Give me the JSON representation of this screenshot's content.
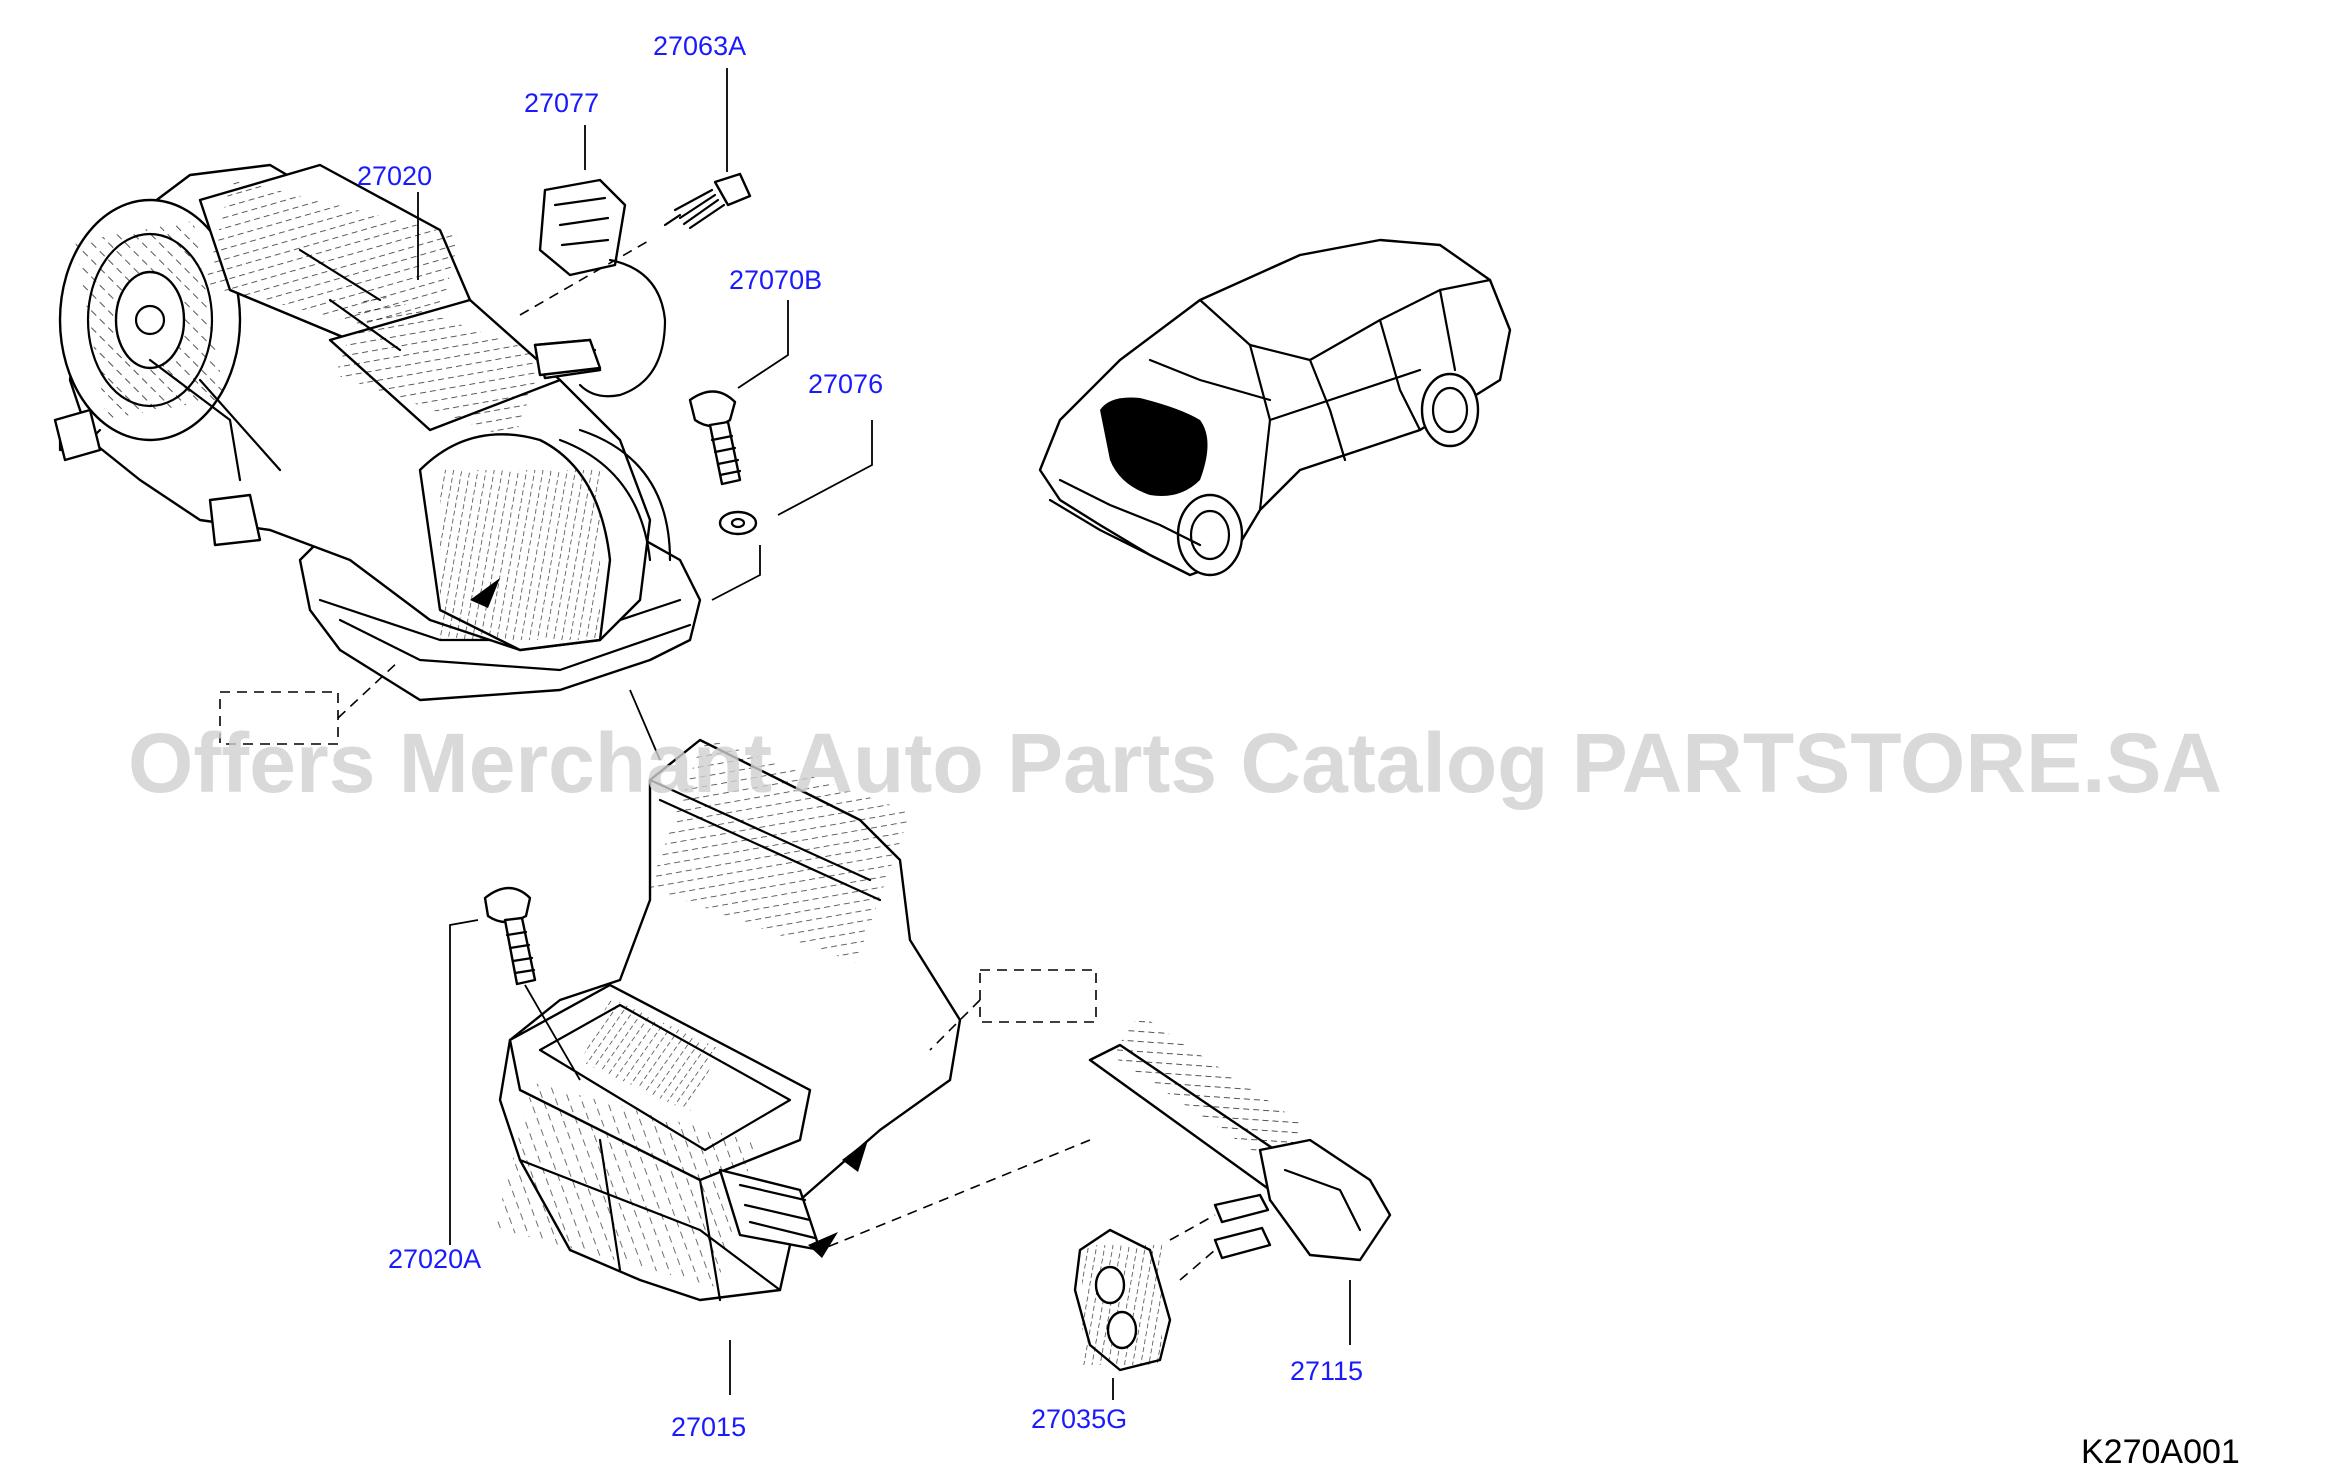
{
  "diagram": {
    "code": "K270A001",
    "watermark": "Offers Merchant Auto Parts Catalog PARTSTORE.SA",
    "part_labels": {
      "p27063A": "27063A",
      "p27077": "27077",
      "p27020": "27020",
      "p27070B": "27070B",
      "p27076": "27076",
      "p27020A": "27020A",
      "p27015": "27015",
      "p27035G": "27035G",
      "p27115": "27115"
    },
    "colors": {
      "label": "#1a1aff",
      "line": "#000000",
      "watermark": "#cfcfcf"
    }
  }
}
